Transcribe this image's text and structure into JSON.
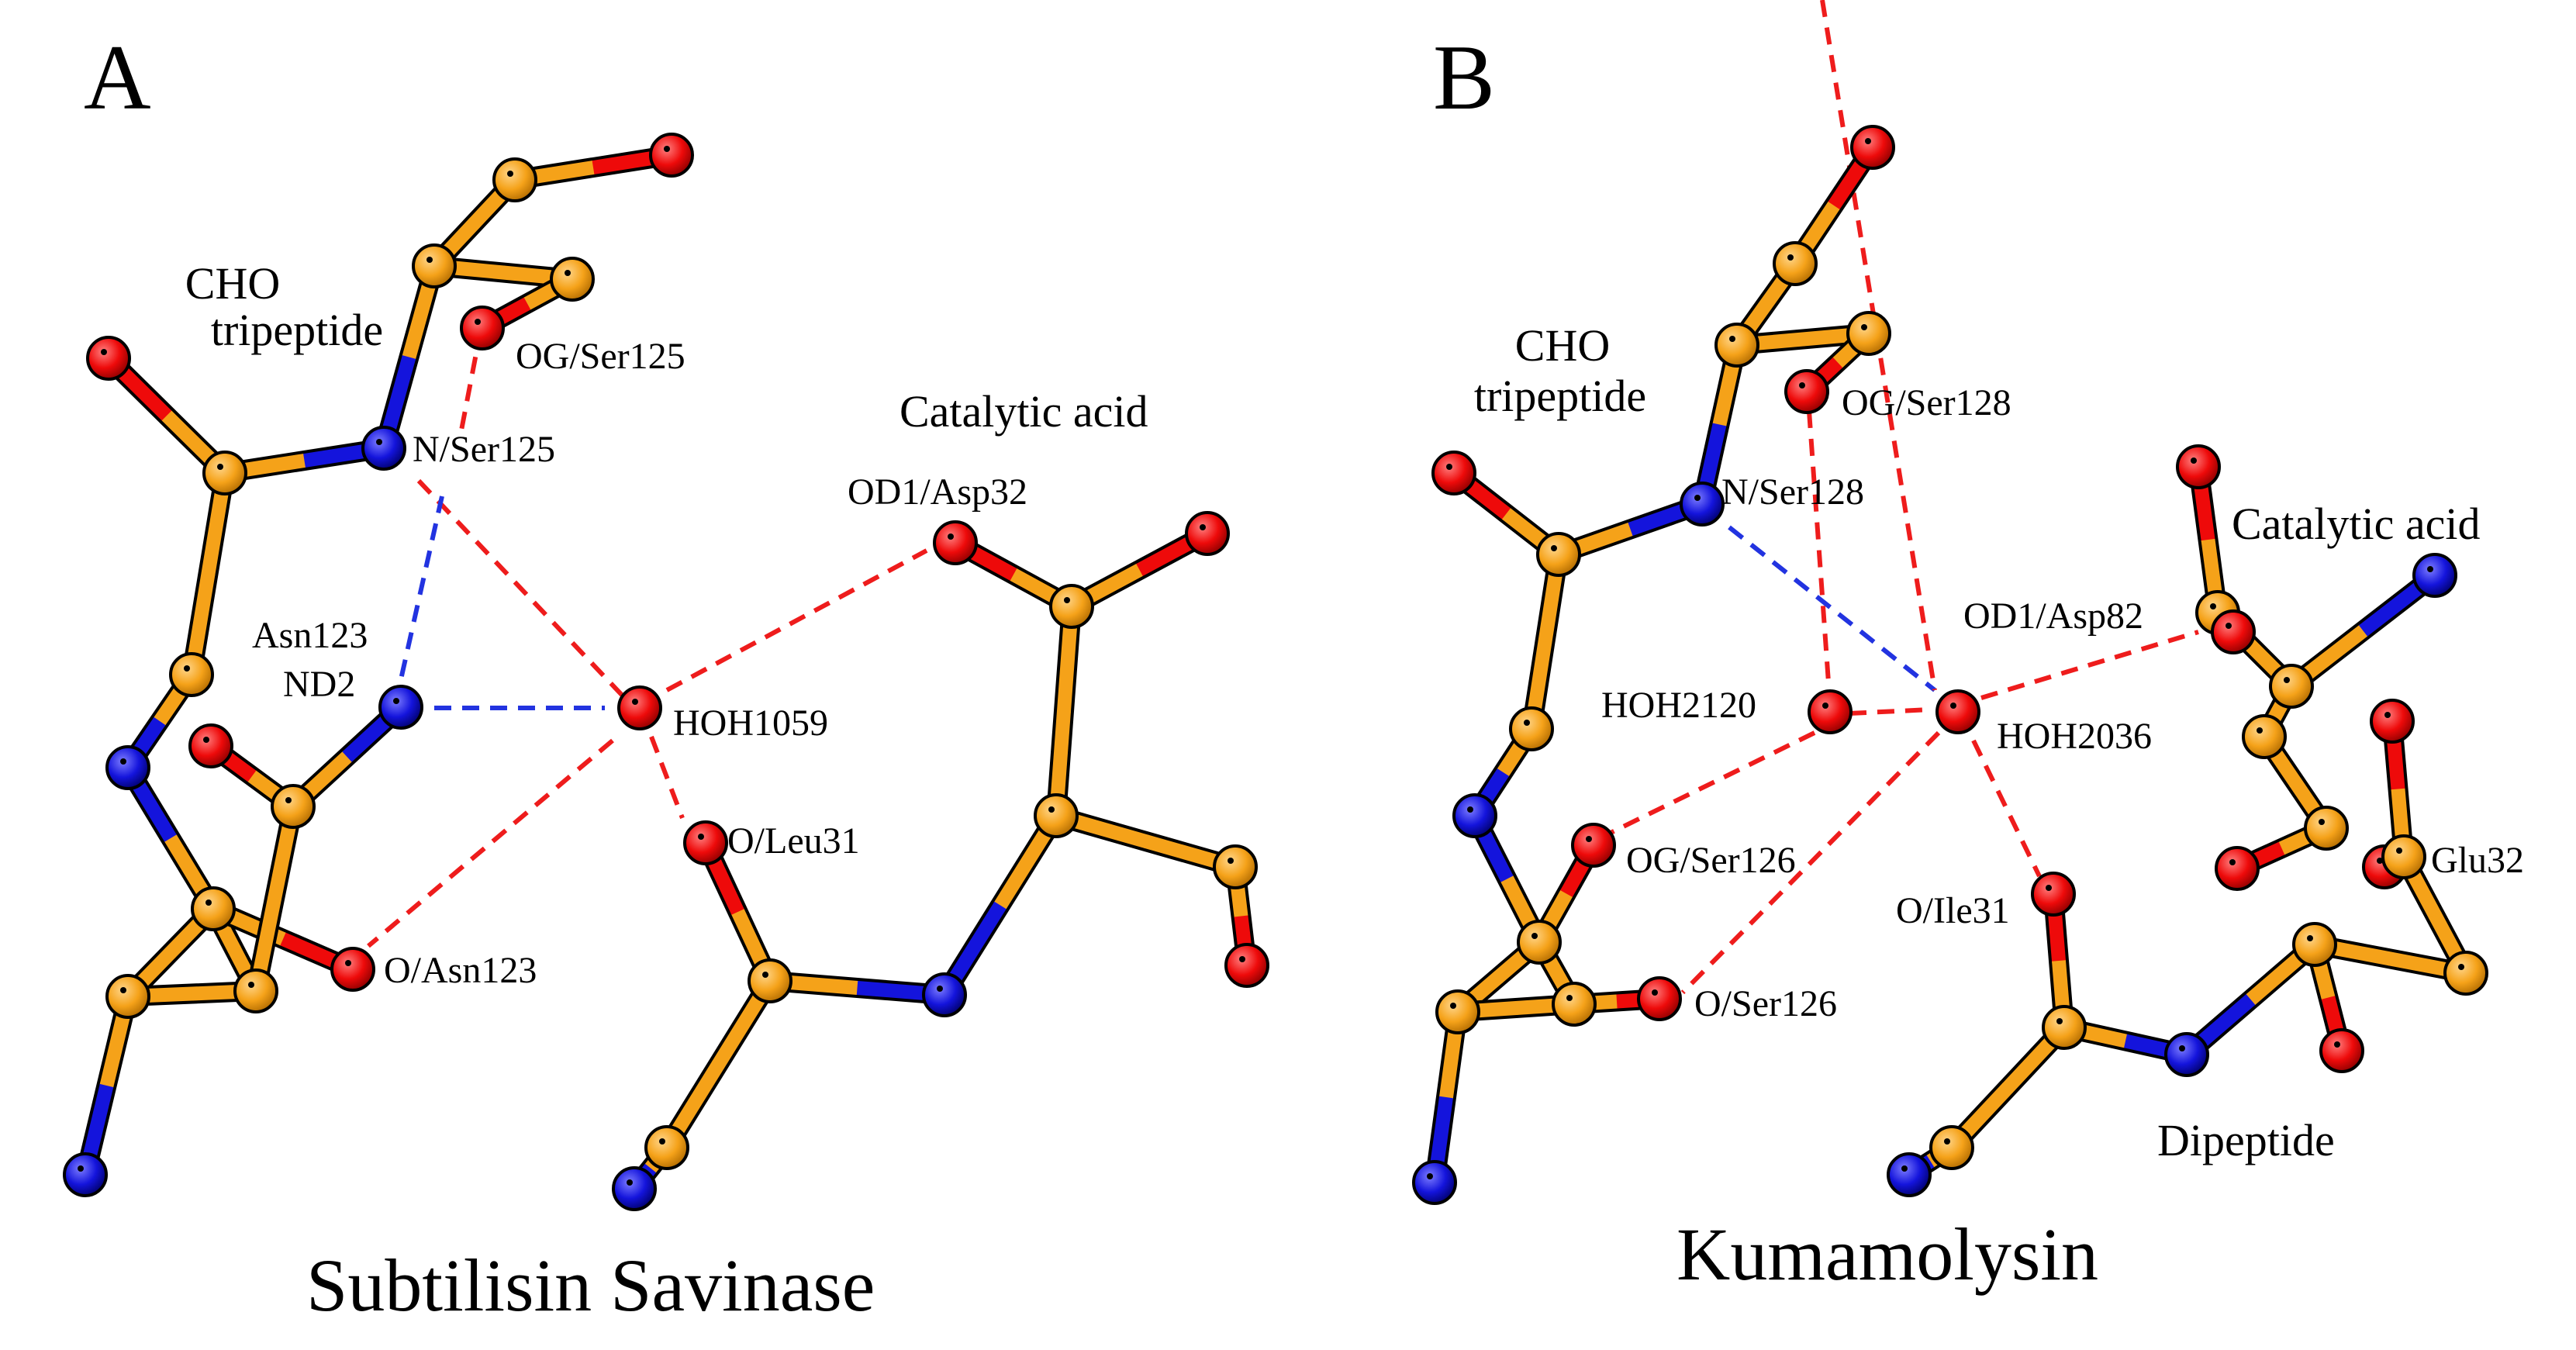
{
  "colors": {
    "carbon": "#f5a219",
    "oxygen": "#ee0a0a",
    "nitrogen": "#1414dc",
    "hbond_red": "#ee1c1c",
    "hbond_blue": "#2233e0"
  },
  "panels": [
    {
      "letter": "A",
      "title": "Subtilisin Savinase",
      "labels": {
        "cho": "CHO",
        "tripeptide": "tripeptide",
        "og_ser": "OG/Ser125",
        "n_ser": "N/Ser125",
        "asn": "Asn123",
        "nd2": "ND2",
        "hoh": "HOH1059",
        "o_leu": "O/Leu31",
        "o_asn": "O/Asn123",
        "od1": "OD1/Asp32",
        "catalytic": "Catalytic acid"
      }
    },
    {
      "letter": "B",
      "title": "Kumamolysin",
      "labels": {
        "cho": "CHO",
        "tripeptide": "tripeptide",
        "og_ser128": "OG/Ser128",
        "n_ser128": "N/Ser128",
        "catalytic": "Catalytic acid",
        "od1": "OD1/Asp82",
        "hoh2120": "HOH2120",
        "hoh2036": "HOH2036",
        "og_ser126": "OG/Ser126",
        "o_ile": "O/Ile31",
        "o_ser126": "O/Ser126",
        "glu": "Glu32",
        "dipeptide": "Dipeptide"
      }
    }
  ]
}
